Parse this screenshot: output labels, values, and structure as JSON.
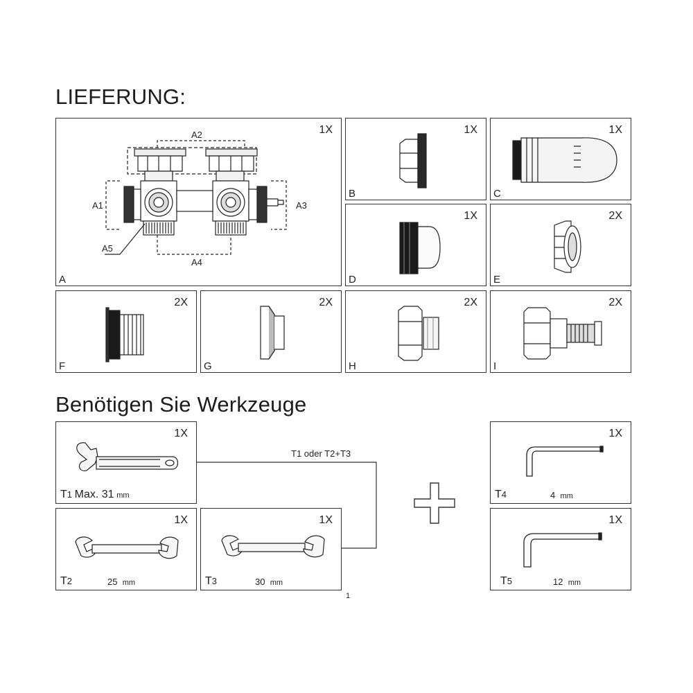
{
  "headings": {
    "delivery": "LIEFERUNG:",
    "tools": "Benötigen Sie Werkzeuge"
  },
  "parts": [
    {
      "id": "A",
      "qty": "1X"
    },
    {
      "id": "B",
      "qty": "1X"
    },
    {
      "id": "C",
      "qty": "1X"
    },
    {
      "id": "D",
      "qty": "1X"
    },
    {
      "id": "E",
      "qty": "2X"
    },
    {
      "id": "F",
      "qty": "2X"
    },
    {
      "id": "G",
      "qty": "2X"
    },
    {
      "id": "H",
      "qty": "2X"
    },
    {
      "id": "I",
      "qty": "2X"
    }
  ],
  "dimensions": {
    "a1": "A1",
    "a2": "A2",
    "a3": "A3",
    "a4": "A4",
    "a5": "A5"
  },
  "tools": [
    {
      "code": "T",
      "sub": "1",
      "qty": "1X",
      "size": "Max. 31",
      "unit": "mm"
    },
    {
      "code": "T",
      "sub": "2",
      "qty": "1X",
      "size": "25",
      "unit": "mm"
    },
    {
      "code": "T",
      "sub": "3",
      "qty": "1X",
      "size": "30",
      "unit": "mm"
    },
    {
      "code": "T",
      "sub": "4",
      "qty": "1X",
      "size": "4",
      "unit": "mm"
    },
    {
      "code": "T",
      "sub": "5",
      "qty": "1X",
      "size": "12",
      "unit": "mm"
    }
  ],
  "connector_label": "T1 oder T2+T3",
  "page_number": "1"
}
